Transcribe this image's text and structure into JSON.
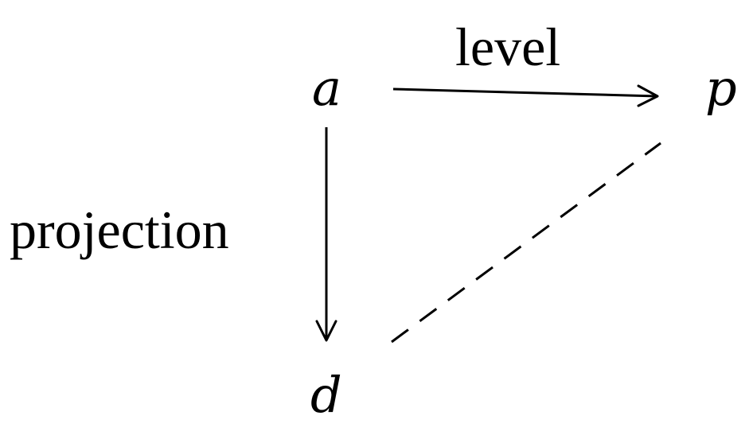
{
  "nodes": {
    "a": "a",
    "p": "p",
    "d": "d"
  },
  "edges": {
    "a_to_p": "level",
    "a_to_d": "projection",
    "d_to_p": ""
  },
  "colors": {
    "ink": "#000000",
    "background": "#ffffff"
  }
}
